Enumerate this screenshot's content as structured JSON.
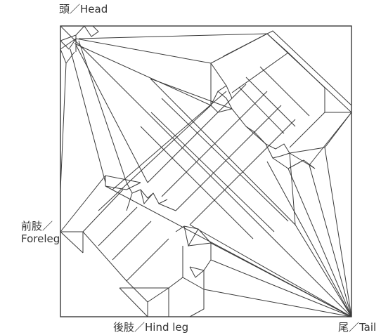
{
  "labels": {
    "head": "頭／Head",
    "foreleg_line1": "前肢／",
    "foreleg_line2": "Foreleg",
    "hind_leg": "後肢／Hind leg",
    "tail": "尾／Tail"
  },
  "colors": {
    "line": "#3a3a3a",
    "background": "#ffffff"
  }
}
